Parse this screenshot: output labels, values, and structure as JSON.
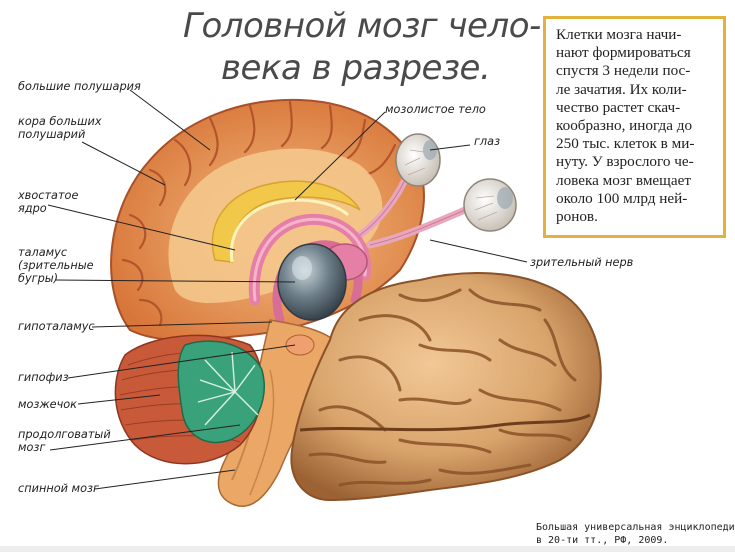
{
  "title": {
    "line1": "Головной мозг чело-",
    "line2": "века в разрезе."
  },
  "labels": {
    "hemispheres": "большие полушария",
    "cortex_1": "кора больших",
    "cortex_2": "полушарий",
    "caudate_1": "хвостатое",
    "caudate_2": "ядро",
    "thalamus_1": "таламус",
    "thalamus_2": "(зрительные",
    "thalamus_3": "бугры)",
    "hypothalamus": "гипоталамус",
    "pituitary": "гипофиз",
    "cerebellum": "мозжечок",
    "medulla_1": "продолговатый",
    "medulla_2": "мозг",
    "spinal_cord": "спинной мозг",
    "corpus_callosum": "мозолистое тело",
    "eye": "глаз",
    "optic_nerve": "зрительный нерв"
  },
  "info": {
    "lines": [
      "Клетки мозга начи-",
      "нают формироваться",
      "спустя 3 недели пос-",
      "ле зачатия. Их коли-",
      "чество растет скач-",
      "кообразно, иногда до",
      "250 тыс. клеток в ми-",
      "нуту. У взрослого че-",
      "ловека мозг вмещает",
      "около 100 млрд ней-",
      "ронов."
    ]
  },
  "source": {
    "line1": "Большая универсальная энциклопедия,",
    "line2": "в 20-ти тт., РФ, 2009."
  },
  "colors": {
    "cortex_orange": "#e8894a",
    "inner_orange": "#f0a868",
    "white_matter": "#f4c68c",
    "callosum_yellow": "#f2c84a",
    "pink": "#e57fa6",
    "thalamus_gray": "#5e6e78",
    "cerebellum_red": "#c85a3a",
    "arbor_green": "#3aa27a",
    "brain_tan": "#d9a46c",
    "box_border": "#e2b23a"
  }
}
